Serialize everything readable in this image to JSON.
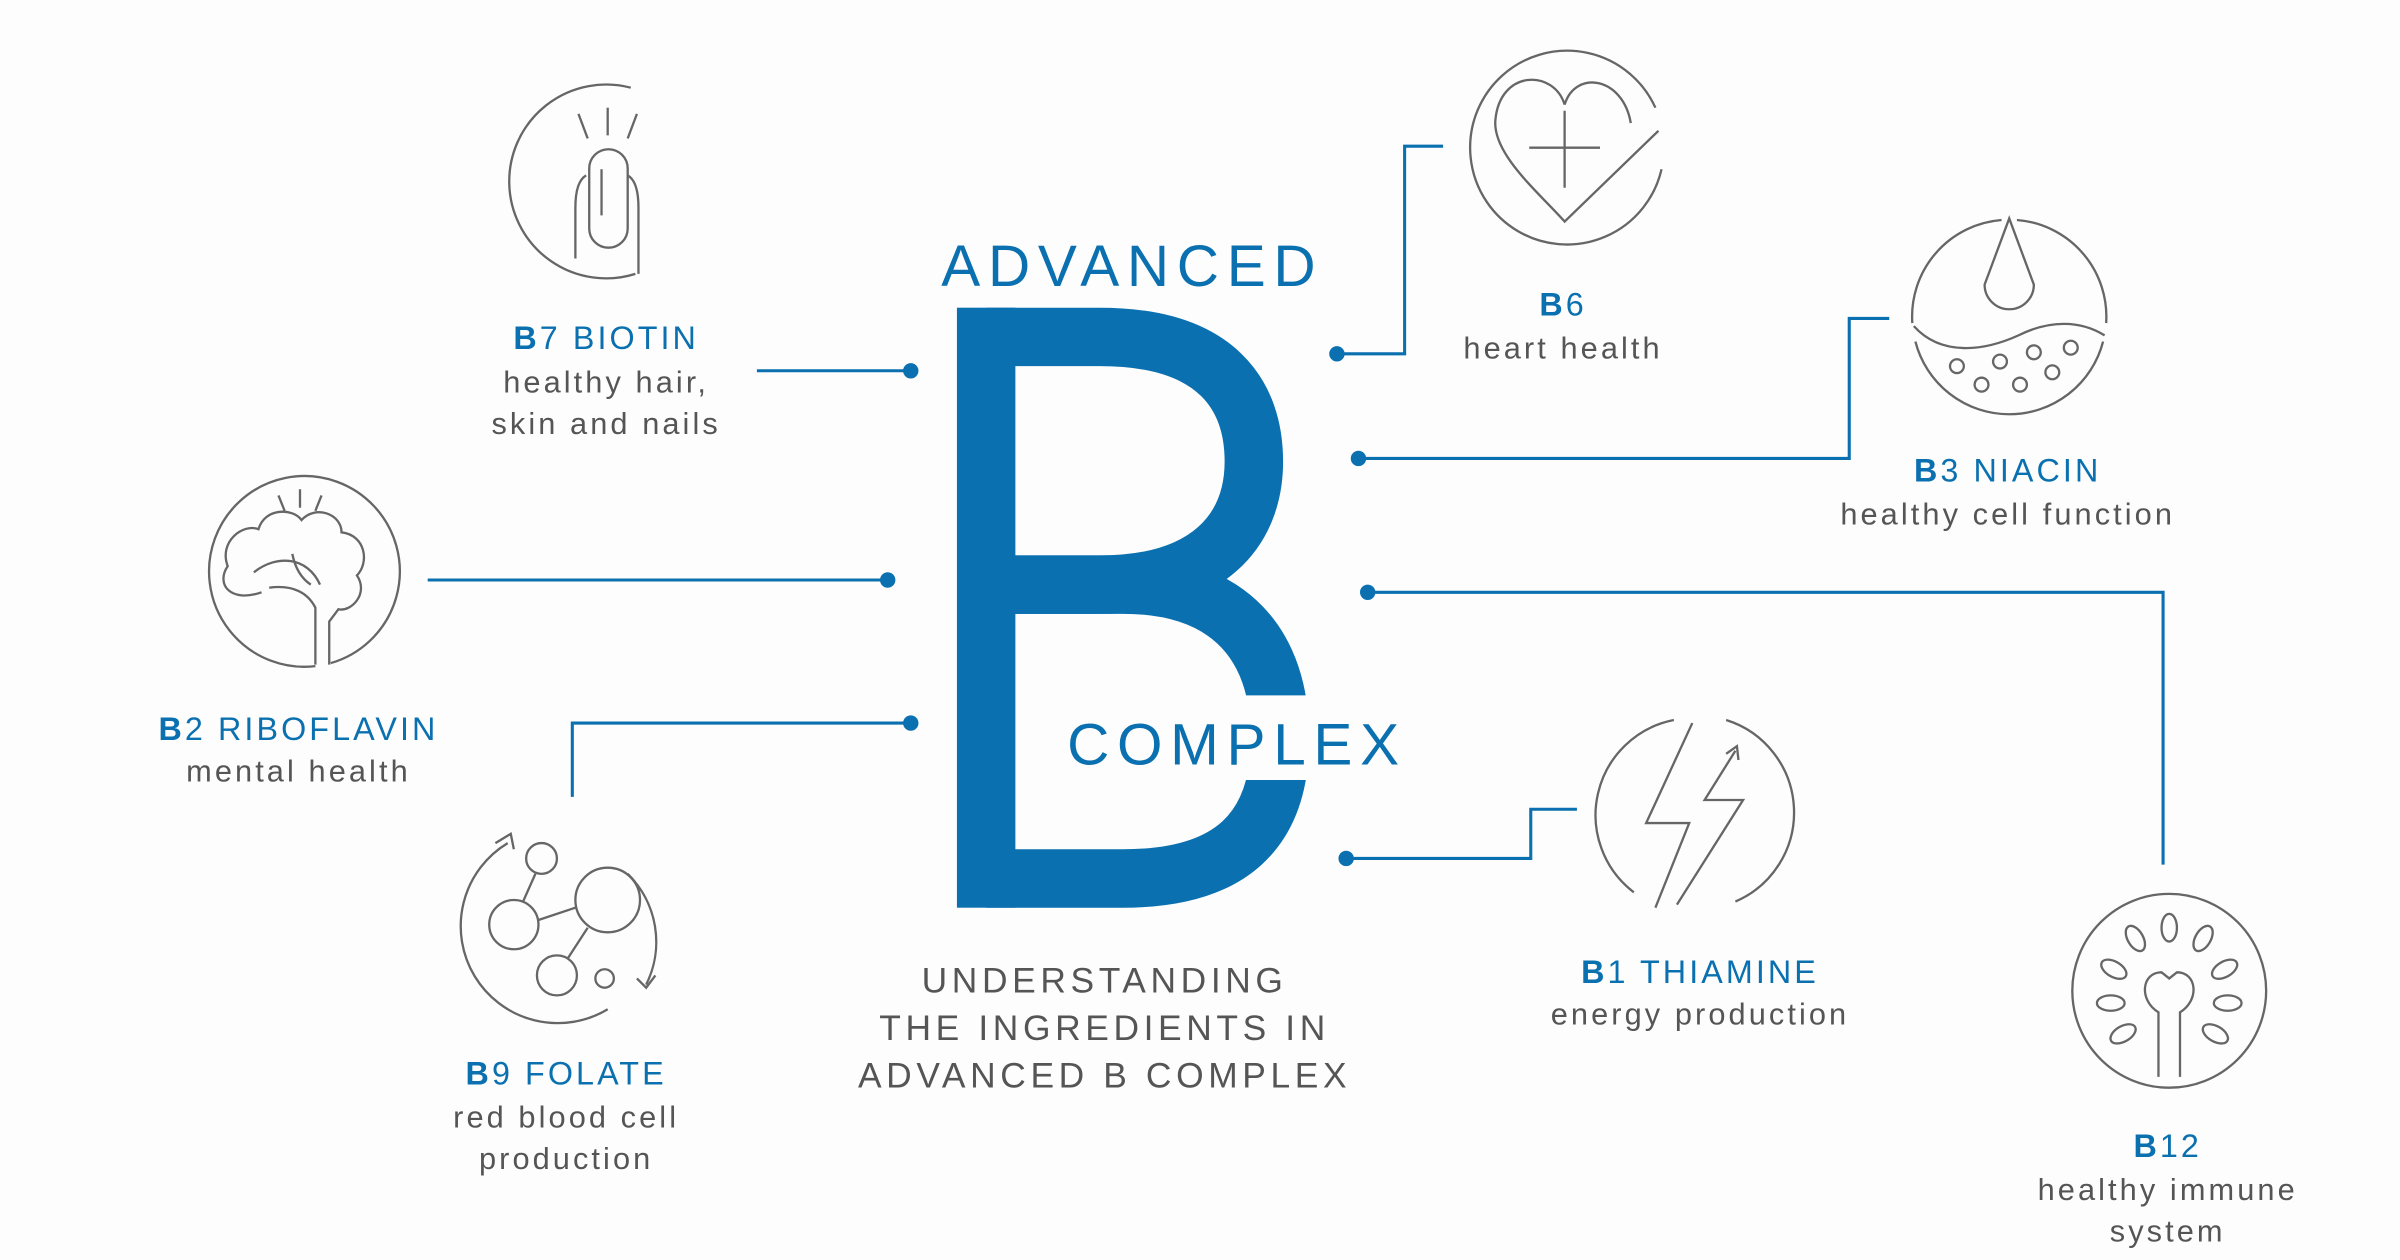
{
  "colors": {
    "accent": "#0a70b0",
    "icon": "#666666",
    "text": "#555555"
  },
  "header": {
    "title_top": "ADVANCED",
    "big_letter": "B",
    "title_bottom": "COMPLEX"
  },
  "subtitle": [
    "UNDERSTANDING",
    "THE INGREDIENTS IN",
    "ADVANCED B COMPLEX"
  ],
  "vitamins": {
    "b7": {
      "letter": "B",
      "name": "7 BIOTIN",
      "desc": [
        "healthy hair,",
        "skin and nails"
      ],
      "icon": "fingernail-icon"
    },
    "b2": {
      "letter": "B",
      "name": "2 RIBOFLAVIN",
      "desc": [
        "mental health"
      ],
      "icon": "brain-icon"
    },
    "b9": {
      "letter": "B",
      "name": "9 FOLATE",
      "desc": [
        "red blood cell",
        "production"
      ],
      "icon": "cells-cycle-icon"
    },
    "b6": {
      "letter": "B",
      "name": "6",
      "desc": [
        "heart health"
      ],
      "icon": "heart-check-icon"
    },
    "b3": {
      "letter": "B",
      "name": "3 NIACIN",
      "desc": [
        "healthy cell function"
      ],
      "icon": "skin-drop-icon"
    },
    "b1": {
      "letter": "B",
      "name": "1 THIAMINE",
      "desc": [
        "energy production"
      ],
      "icon": "lightning-icon"
    },
    "b12": {
      "letter": "B",
      "name": "12",
      "desc": [
        "healthy immune",
        "system"
      ],
      "icon": "tree-icon"
    }
  }
}
